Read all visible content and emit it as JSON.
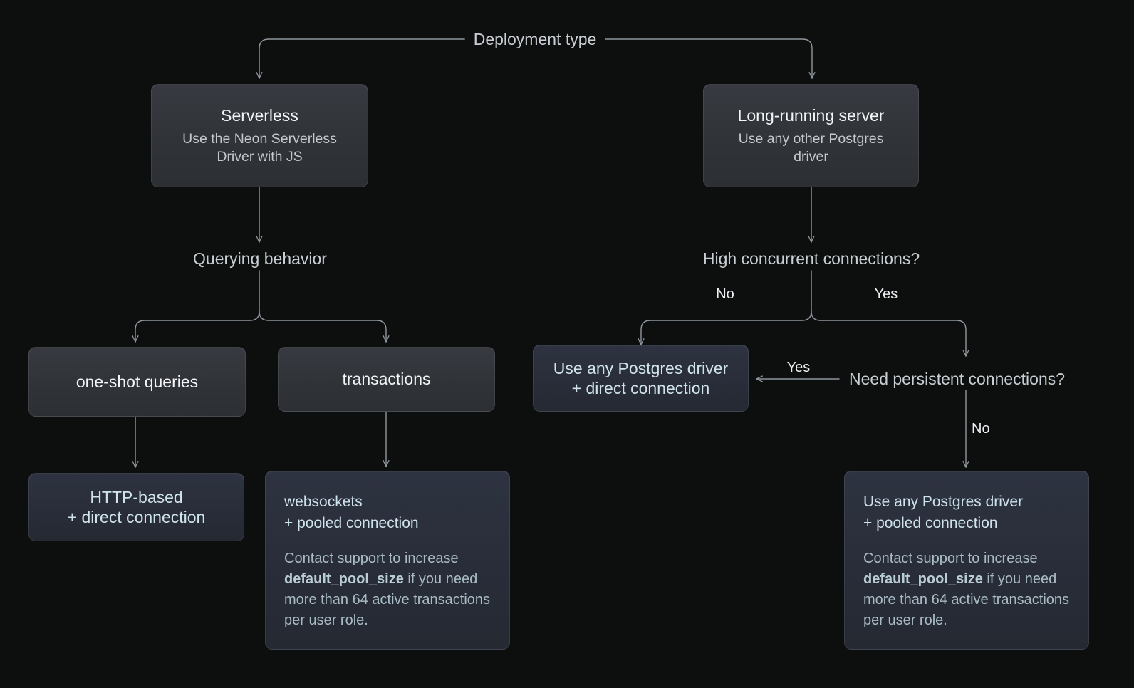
{
  "diagram": {
    "title": "Deployment type decision flow",
    "background": "#0d0e0e",
    "edge_color": "#8f979e",
    "accent_blue": "#cfe3ec"
  },
  "root": {
    "label": "Deployment type"
  },
  "nodes": {
    "serverless": {
      "title": "Serverless",
      "subtitle": "Use the Neon Serverless Driver with JS"
    },
    "long_running": {
      "title": "Long-running server",
      "subtitle": "Use any other Postgres driver"
    },
    "querying_behavior": {
      "label": "Querying behavior"
    },
    "high_concurrent": {
      "label": "High concurrent connections?"
    },
    "one_shot": {
      "title": "one-shot queries"
    },
    "transactions": {
      "title": "transactions"
    },
    "http_direct": {
      "line1": "HTTP-based",
      "line2": "+ direct connection"
    },
    "pg_direct": {
      "line1": "Use any Postgres driver",
      "line2": "+ direct connection"
    },
    "need_persistent": {
      "label": "Need persistent connections?"
    },
    "websockets_pooled": {
      "head_line1": "websockets",
      "head_line2": "+ pooled connection",
      "body_pre": "Contact support to increase ",
      "body_code": "default_pool_size",
      "body_post": " if you need more than 64 active transactions per user role."
    },
    "pg_pooled": {
      "head_line1": "Use any Postgres driver",
      "head_line2": "+ pooled connection",
      "body_pre": "Contact support to increase ",
      "body_code": "default_pool_size",
      "body_post": " if you need more than 64 active transactions per user role."
    }
  },
  "edge_labels": {
    "concurrent_no": "No",
    "concurrent_yes": "Yes",
    "persistent_yes": "Yes",
    "persistent_no": "No"
  }
}
